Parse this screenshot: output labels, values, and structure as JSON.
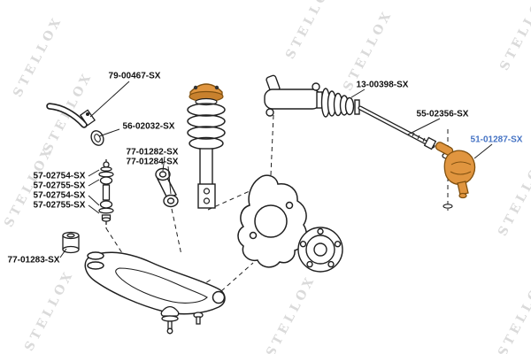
{
  "watermark": {
    "text": "STELLOX"
  },
  "colors": {
    "highlight_part": "#e0953f",
    "highlight_part_stroke": "#80500f",
    "highlight_label": "#4573c4",
    "line": "#1f1f1f",
    "watermark": "#d6d6d6"
  },
  "labels": [
    {
      "text": "79-00467-SX"
    },
    {
      "text": "56-02032-SX"
    },
    {
      "text": "77-01282-SX"
    },
    {
      "text": "77-01284-SX"
    },
    {
      "text": "57-02754-SX"
    },
    {
      "text": "57-02755-SX"
    },
    {
      "text": "57-02754-SX"
    },
    {
      "text": "57-02755-SX"
    },
    {
      "text": "77-01283-SX"
    },
    {
      "text": "13-00398-SX"
    },
    {
      "text": "55-02356-SX"
    },
    {
      "text": "51-01287-SX"
    }
  ]
}
